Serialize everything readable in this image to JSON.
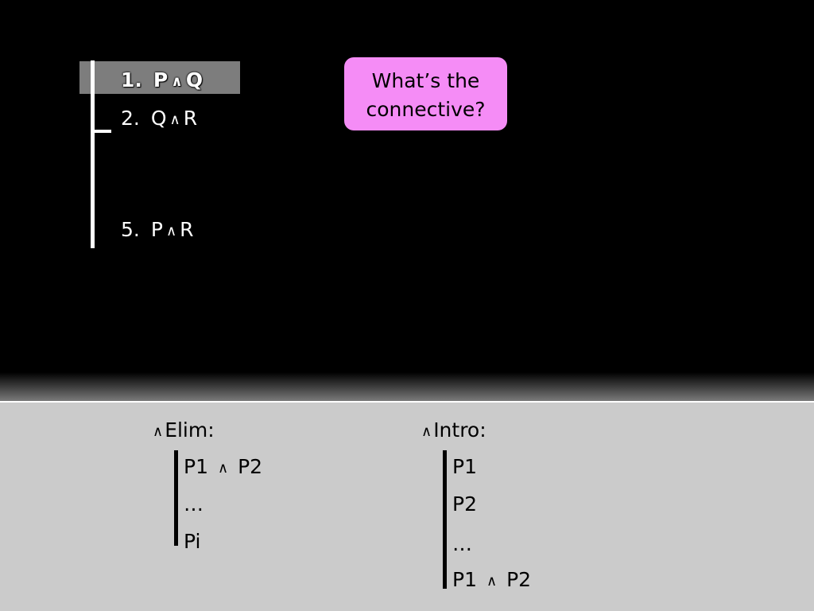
{
  "proof": {
    "lines": [
      {
        "number": "1.",
        "left": "P",
        "connective": "∧",
        "right": "Q",
        "highlighted": true
      },
      {
        "number": "2.",
        "left": "Q",
        "connective": "∧",
        "right": "R",
        "highlighted": false
      },
      {
        "number": "5.",
        "left": "P",
        "connective": "∧",
        "right": "R",
        "highlighted": false
      }
    ]
  },
  "callout": {
    "line1": "What’s the",
    "line2": "connective?",
    "color": "#f58cf6"
  },
  "rules": {
    "elim": {
      "symbol": "∧",
      "title": "Elim:",
      "lines": {
        "premise_left": "P1",
        "premise_connective": "∧",
        "premise_right": "P2",
        "ellipsis": "…",
        "conclusion": "Pi"
      }
    },
    "intro": {
      "symbol": "∧",
      "title": "Intro:",
      "lines": {
        "first": "P1",
        "second": "P2",
        "ellipsis": "…",
        "conclusion_left": "P1",
        "conclusion_connective": "∧",
        "conclusion_right": "P2"
      }
    }
  },
  "colors": {
    "background": "#000000",
    "panel": "#cbcbcb",
    "highlight": "#7d7d7d"
  }
}
